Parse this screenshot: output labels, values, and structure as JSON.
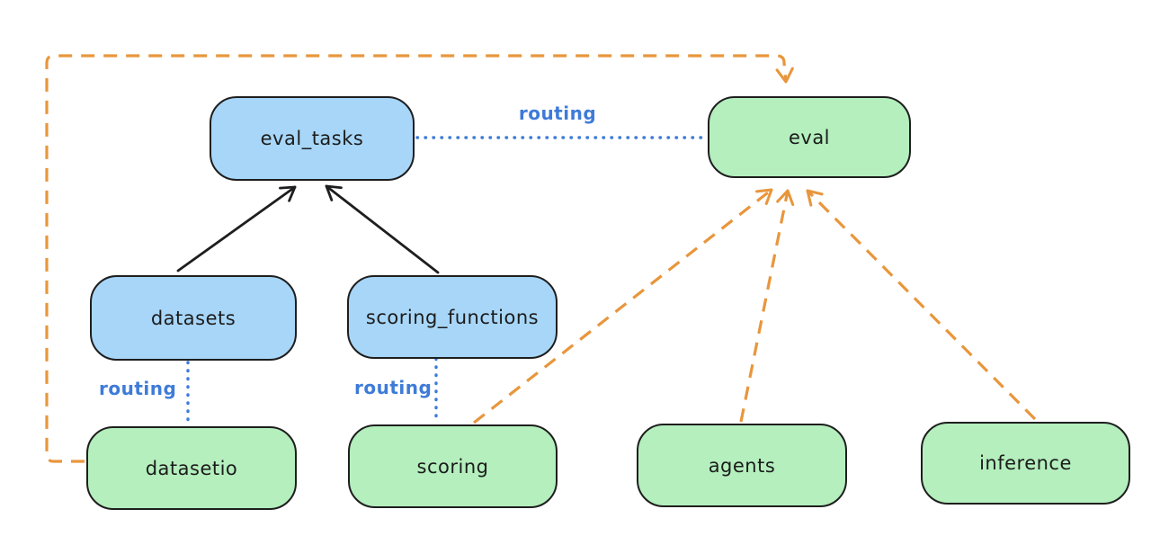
{
  "colors": {
    "background": "#ffffff",
    "blue_node_fill": "#a7d6f8",
    "green_node_fill": "#b4efbd",
    "node_border": "#1e1e1e",
    "solid_arrow": "#1e1e1e",
    "routing_line_blue": "#3e7bd8",
    "provider_dashed_orange": "#e8963c"
  },
  "nodes": [
    {
      "id": "eval_tasks",
      "label": "eval_tasks",
      "color": "blue"
    },
    {
      "id": "eval",
      "label": "eval",
      "color": "green"
    },
    {
      "id": "datasets",
      "label": "datasets",
      "color": "blue"
    },
    {
      "id": "scoring_functions",
      "label": "scoring_functions",
      "color": "blue"
    },
    {
      "id": "datasetio",
      "label": "datasetio",
      "color": "green"
    },
    {
      "id": "scoring",
      "label": "scoring",
      "color": "green"
    },
    {
      "id": "agents",
      "label": "agents",
      "color": "green"
    },
    {
      "id": "inference",
      "label": "inference",
      "color": "green"
    }
  ],
  "edge_labels": [
    {
      "text": "routing",
      "between": "eval_tasks and eval"
    },
    {
      "text": "routing",
      "between": "datasets and datasetio"
    },
    {
      "text": "routing",
      "between": "scoring_functions and scoring"
    }
  ],
  "edges": [
    {
      "from": "datasets",
      "to": "eval_tasks",
      "style": "solid-black-arrow"
    },
    {
      "from": "scoring_functions",
      "to": "eval_tasks",
      "style": "solid-black-arrow"
    },
    {
      "from": "eval_tasks",
      "to": "eval",
      "style": "dotted-blue",
      "label": "routing"
    },
    {
      "from": "datasets",
      "to": "datasetio",
      "style": "dotted-blue",
      "label": "routing"
    },
    {
      "from": "scoring_functions",
      "to": "scoring",
      "style": "dotted-blue",
      "label": "routing"
    },
    {
      "from": "datasetio",
      "to": "eval",
      "style": "dashed-orange-arrow",
      "route": "left-up-over-top"
    },
    {
      "from": "scoring",
      "to": "eval",
      "style": "dashed-orange-arrow"
    },
    {
      "from": "agents",
      "to": "eval",
      "style": "dashed-orange-arrow"
    },
    {
      "from": "inference",
      "to": "eval",
      "style": "dashed-orange-arrow"
    }
  ]
}
